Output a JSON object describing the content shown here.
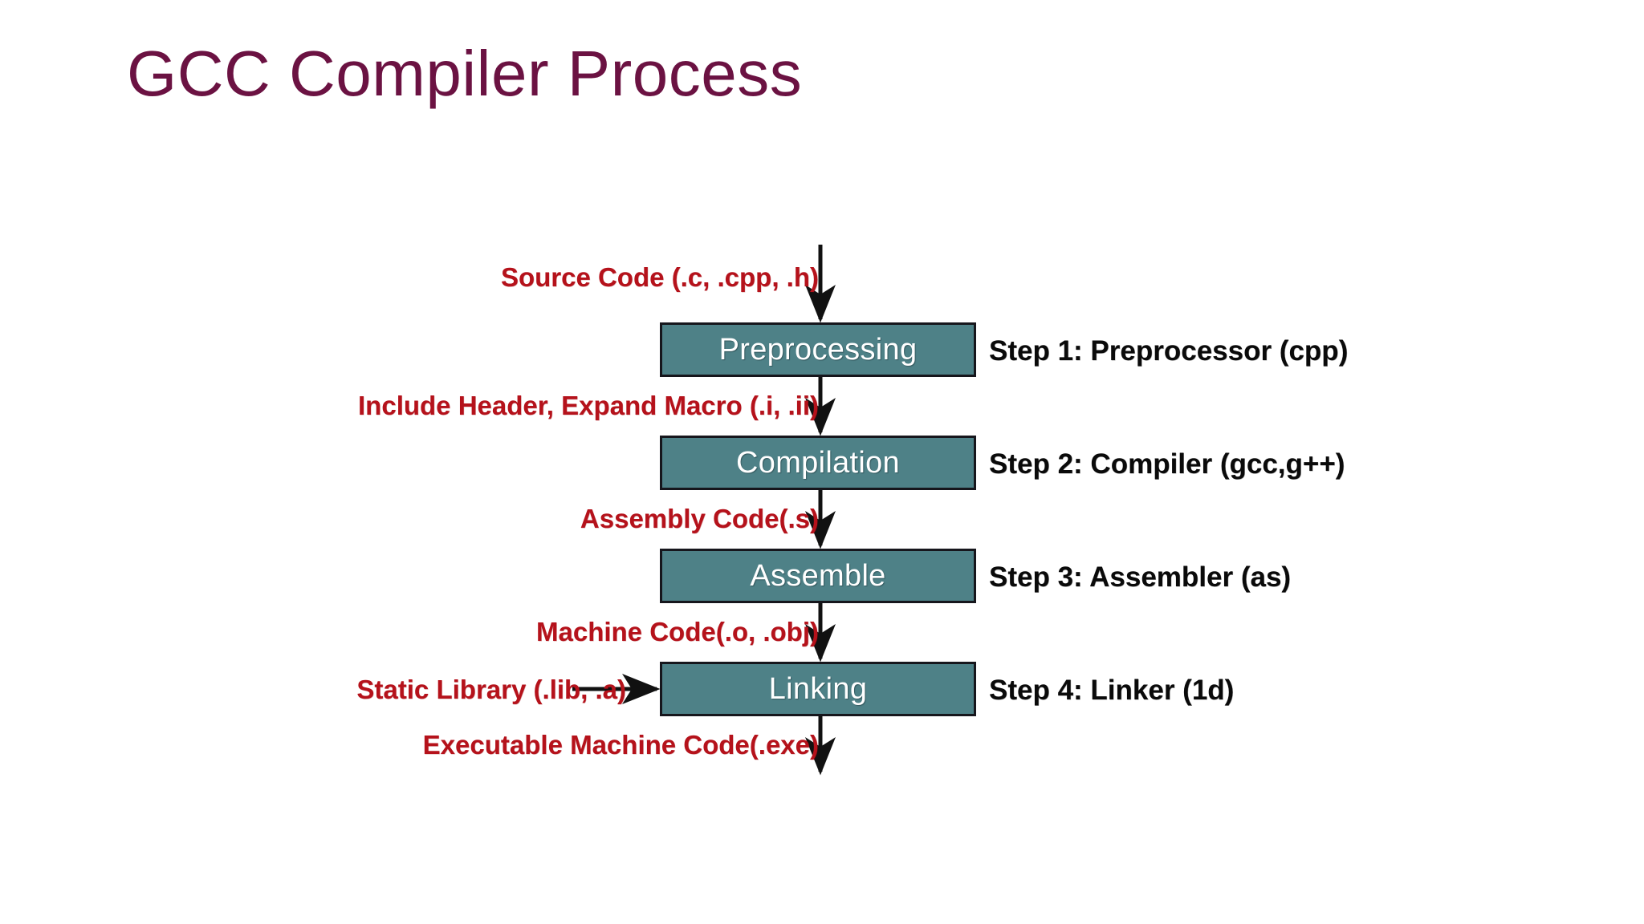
{
  "slide": {
    "title": "GCC Compiler Process",
    "title_color": "#6B1242",
    "background_color": "#FFFFFF"
  },
  "diagram": {
    "type": "flowchart",
    "orientation": "vertical",
    "box_fill_color": "#4E8187",
    "box_border_color": "#16161C",
    "box_text_color": "#FFFFFF",
    "flow_label_color": "#B5121B",
    "step_caption_color": "#0A0A0A",
    "arrow_color": "#111111",
    "stages": [
      {
        "id": "preprocessing",
        "box_label": "Preprocessing",
        "step_caption": "Step 1: Preprocessor (cpp)",
        "input_label": "Source Code (.c, .cpp, .h)",
        "output_label": "Include Header, Expand Macro (.i, .ii)"
      },
      {
        "id": "compilation",
        "box_label": "Compilation",
        "step_caption": "Step 2: Compiler (gcc,g++)",
        "input_label": "Include Header, Expand Macro (.i, .ii)",
        "output_label": "Assembly Code(.s)"
      },
      {
        "id": "assemble",
        "box_label": "Assemble",
        "step_caption": "Step 3: Assembler (as)",
        "input_label": "Assembly Code(.s)",
        "output_label": "Machine Code(.o, .obj)"
      },
      {
        "id": "linking",
        "box_label": "Linking",
        "step_caption": "Step 4: Linker (1d)",
        "input_label": "Machine Code(.o, .obj)",
        "side_input_label": "Static Library (.lib, .a)",
        "output_label": "Executable Machine Code(.exe)"
      }
    ],
    "flow_labels": [
      "Source Code (.c, .cpp, .h)",
      "Include Header, Expand Macro (.i, .ii)",
      "Assembly Code(.s)",
      "Machine Code(.o, .obj)",
      "Static Library (.lib, .a)",
      "Executable Machine Code(.exe)"
    ],
    "step_captions": [
      "Step 1: Preprocessor (cpp)",
      "Step 2: Compiler (gcc,g++)",
      "Step 3: Assembler (as)",
      "Step 4: Linker (1d)"
    ],
    "icons": {
      "down_arrow": "arrow-down-icon",
      "right_arrow": "arrow-right-icon"
    }
  }
}
